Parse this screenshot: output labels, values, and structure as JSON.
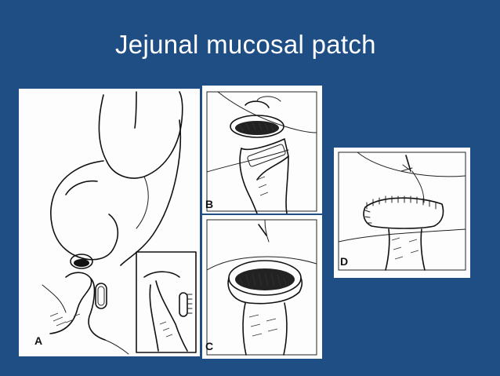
{
  "slide": {
    "title": "Jejunal mucosal patch"
  },
  "figures": [
    {
      "id": "panel-a",
      "label": "A"
    },
    {
      "id": "panel-b",
      "label": "B"
    },
    {
      "id": "panel-c",
      "label": "C"
    },
    {
      "id": "panel-d",
      "label": "D"
    }
  ]
}
